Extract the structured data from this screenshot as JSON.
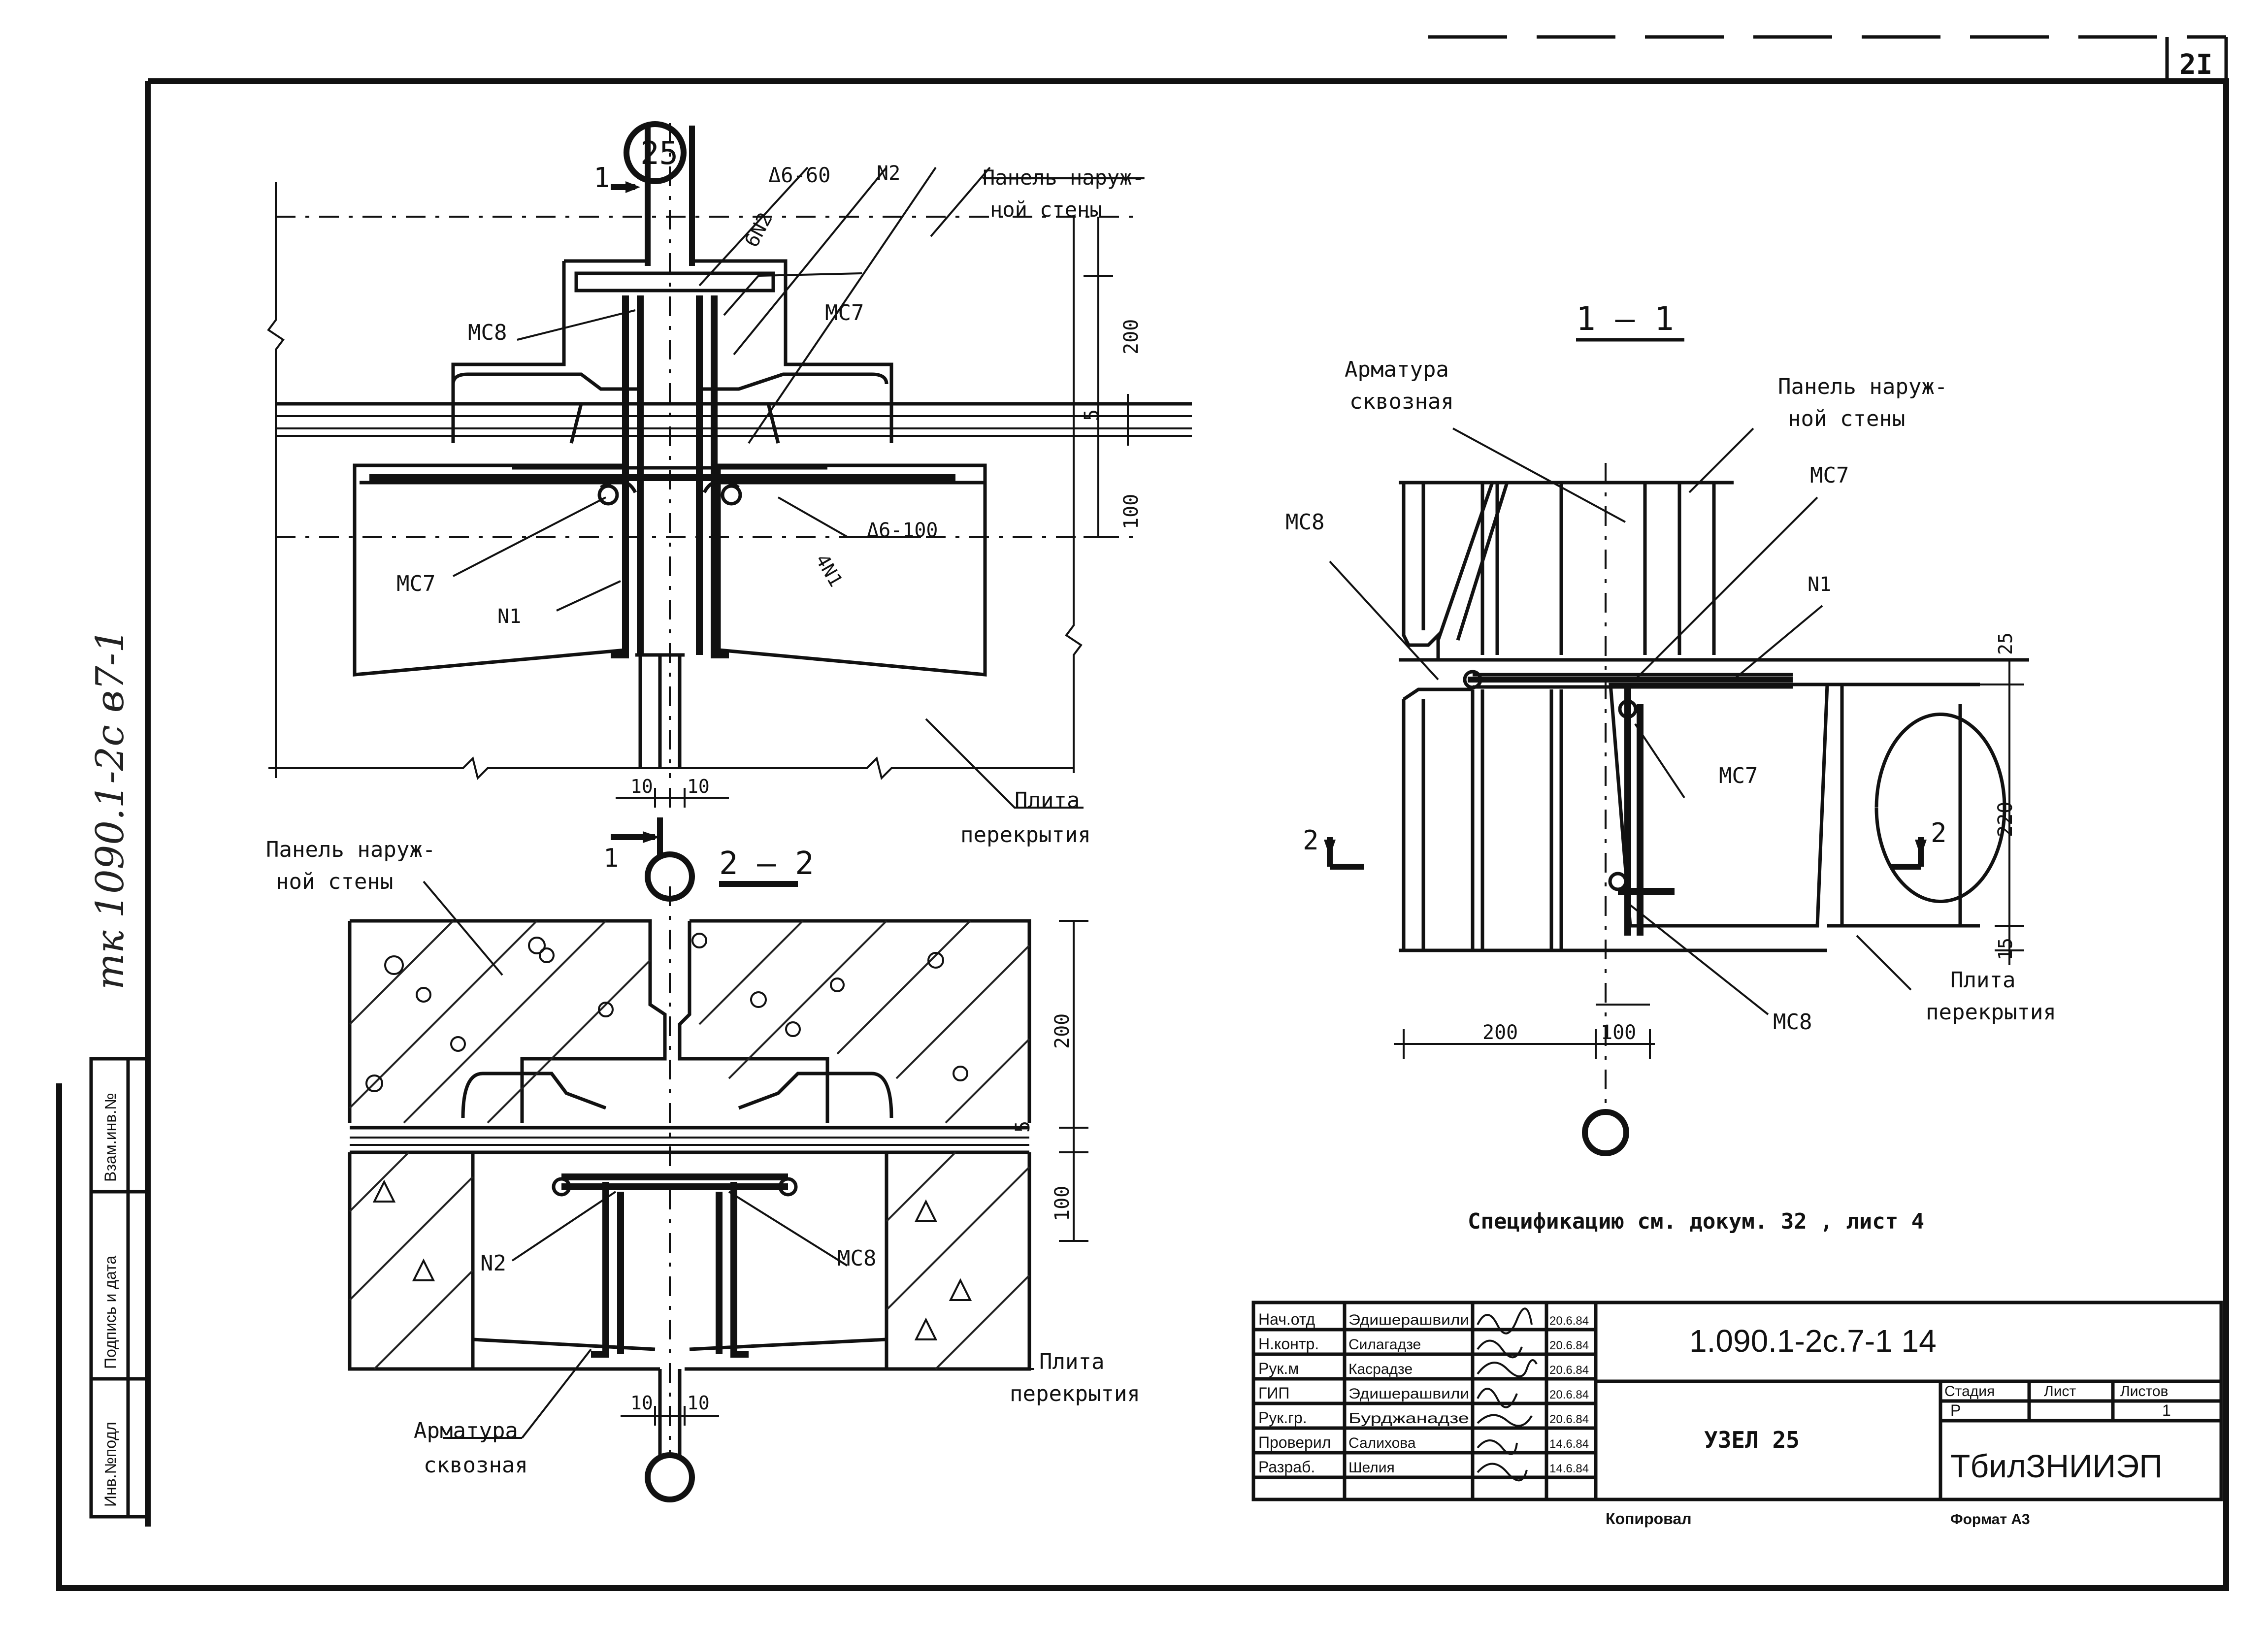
{
  "sheet": {
    "sheet_number": "2I",
    "side_stamp": "тк 1090.1-2с в7-1",
    "stamp_cells": [
      "Инв.№подл",
      "Подпись и дата",
      "Взам.инв.№"
    ]
  },
  "plan": {
    "node_number": "25",
    "section_marker": "1",
    "callout_6n2": "6N2",
    "callout_6n2_spec": "Δ6-60",
    "callout_n2": "N2",
    "label_panel_1": "Панель наруж-",
    "label_panel_2": "ной стены",
    "label_mc8": "МС8",
    "label_mc7_top": "МС7",
    "label_mc7_left": "МС7",
    "label_n1": "N1",
    "callout_4n1": "4N1",
    "callout_4n1_spec": "Δ6-100",
    "dim_200": "200",
    "dim_5": "5",
    "dim_100": "100",
    "dim_10_left": "10",
    "dim_10_right": "10",
    "label_slab_1": "Плита",
    "label_slab_2": "перекрытия"
  },
  "section_2_2": {
    "title": "2 – 2",
    "section_marker": "1",
    "label_panel_1": "Панель наруж-",
    "label_panel_2": "ной стены",
    "dim_200": "200",
    "dim_5": "5",
    "dim_100": "100",
    "label_n2": "N2",
    "label_mc8": "МС8",
    "label_slab_1": "Плита",
    "label_slab_2": "перекрытия",
    "label_rebar_1": "Арматура",
    "label_rebar_2": "сквозная",
    "dim_10_left": "10",
    "dim_10_right": "10"
  },
  "section_1_1": {
    "title": "1 – 1",
    "label_rebar_1": "Арматура",
    "label_rebar_2": "сквозная",
    "label_panel_1": "Панель наруж-",
    "label_panel_2": "ной стены",
    "label_mc8_top": "МС8",
    "label_mc7_top": "МС7",
    "label_n1": "N1",
    "label_mc7_mid": "МС7",
    "label_mc8_bottom": "МС8",
    "section_marker_left": "2",
    "section_marker_right": "2",
    "dim_25": "25",
    "dim_220": "220",
    "dim_15": "15",
    "dim_200": "200",
    "dim_100": "100",
    "label_slab_1": "Плита",
    "label_slab_2": "перекрытия"
  },
  "note": "Спецификацию см. докум. 32 , лист 4",
  "title_block": {
    "designation": "1.090.1-2с.7-1  14",
    "title": "УЗЕЛ 25",
    "roles": [
      "Нач.отд",
      "Н.контр.",
      "Рук.м",
      "ГИП",
      "Рук.гр.",
      "Проверил",
      "Разраб."
    ],
    "names": [
      "Эдишерашвили",
      "Силагадзе",
      "Касрадзе",
      "Эдишерашвили",
      "Бурджанадзе",
      "Салихова",
      "Шелия"
    ],
    "dates": [
      "20.6.84",
      "20.6.84",
      "20.6.84",
      "20.6.84",
      "20.6.84",
      "14.6.84",
      "14.6.84"
    ],
    "stage_header": "Стадия",
    "sheet_header": "Лист",
    "sheets_header": "Листов",
    "stage_value": "Р",
    "sheet_value": "",
    "sheets_value": "1",
    "organization": "ТбилЗНИИЭП",
    "copied": "Копировал",
    "format": "Формат А3"
  }
}
